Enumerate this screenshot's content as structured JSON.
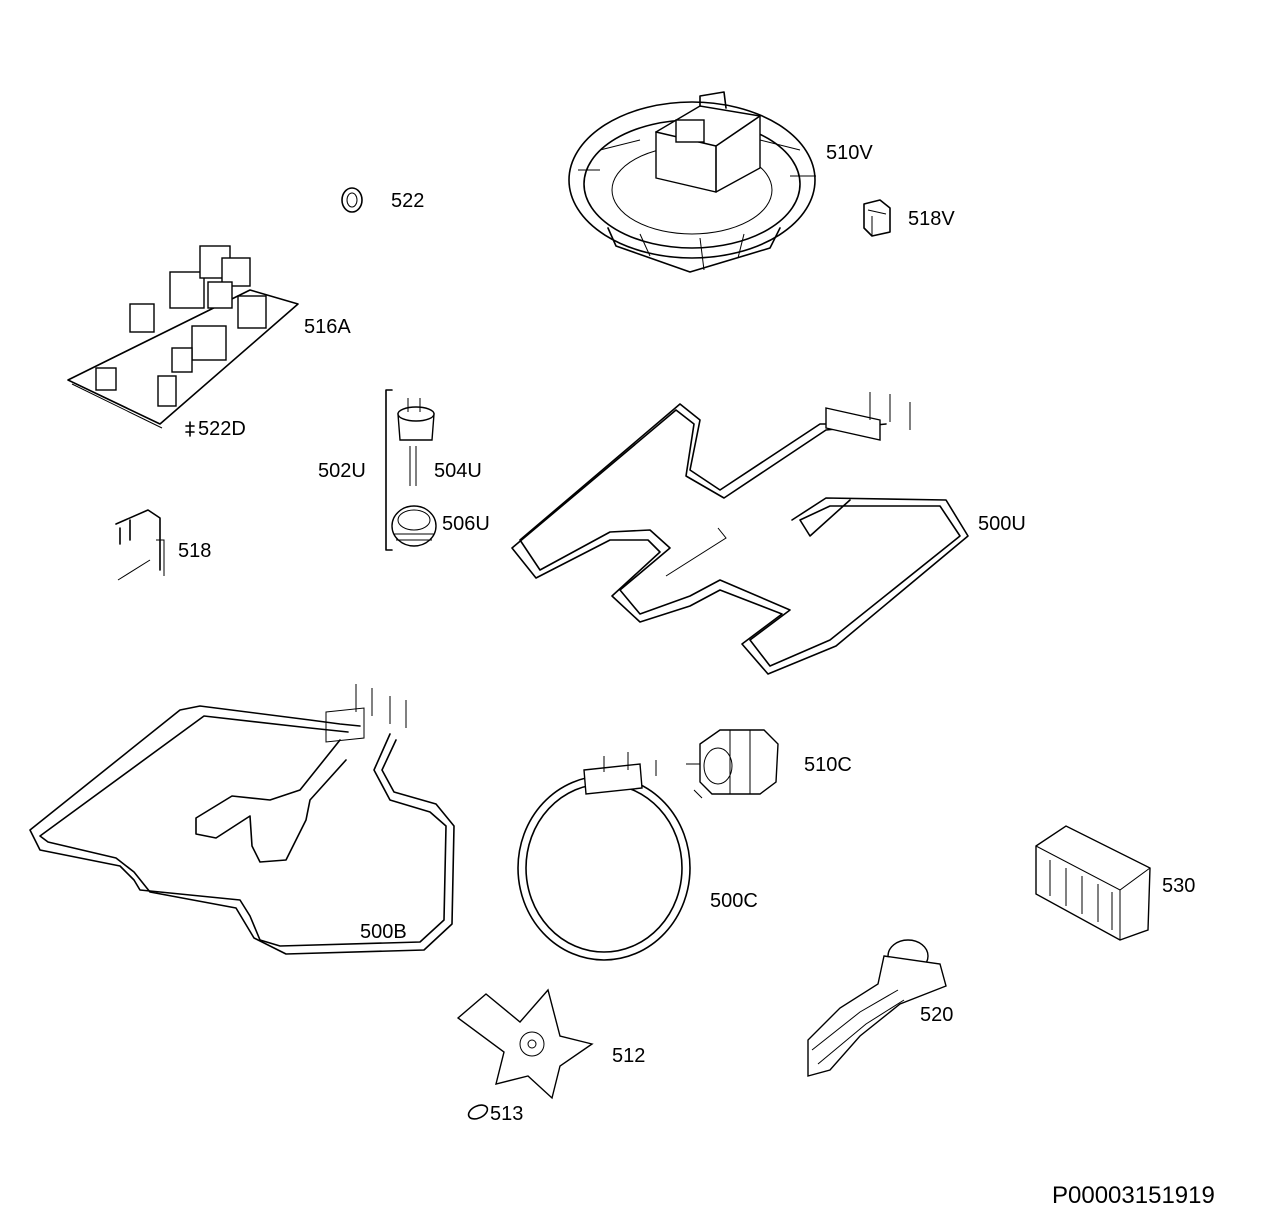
{
  "parts": [
    {
      "id": "510V"
    },
    {
      "id": "518V"
    },
    {
      "id": "522"
    },
    {
      "id": "516A"
    },
    {
      "id": "522D"
    },
    {
      "id": "502U"
    },
    {
      "id": "504U"
    },
    {
      "id": "506U"
    },
    {
      "id": "500U"
    },
    {
      "id": "518"
    },
    {
      "id": "510C"
    },
    {
      "id": "500B"
    },
    {
      "id": "500C"
    },
    {
      "id": "530"
    },
    {
      "id": "520"
    },
    {
      "id": "512"
    },
    {
      "id": "513"
    }
  ],
  "document_id": "P00003151919"
}
